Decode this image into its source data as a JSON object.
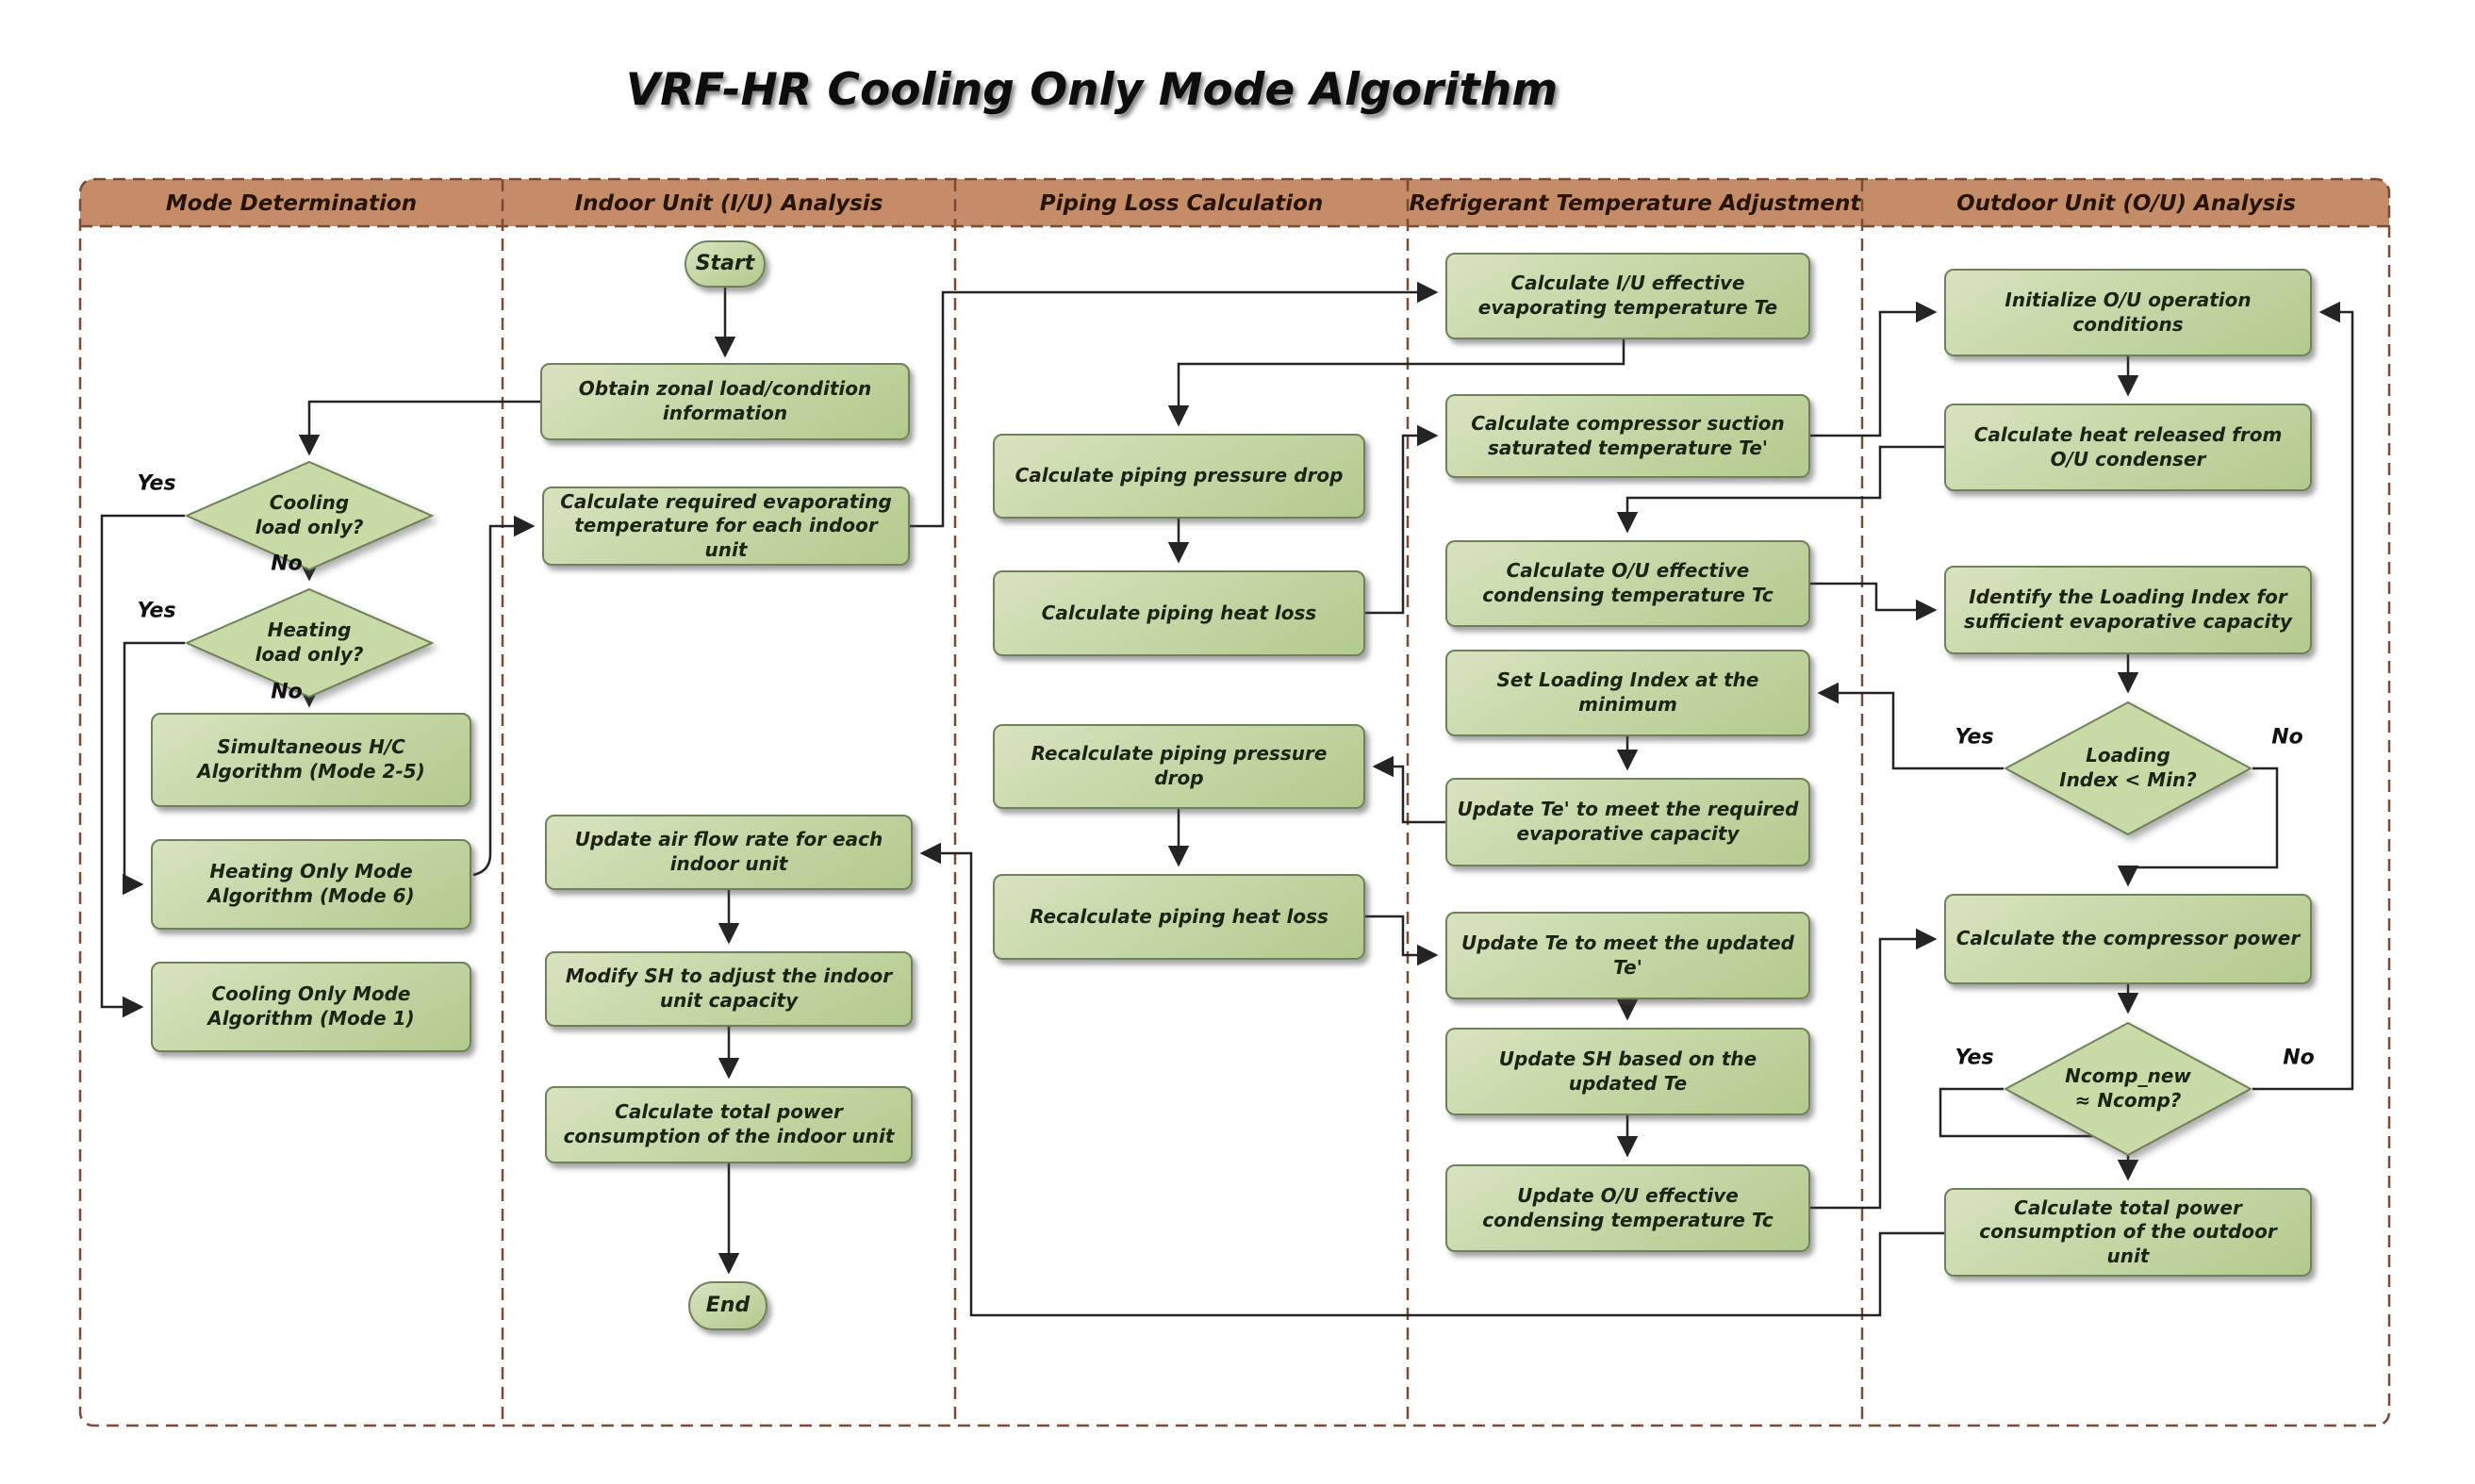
{
  "title": "VRF-HR Cooling Only Mode Algorithm",
  "lanes": [
    {
      "label": "Mode Determination"
    },
    {
      "label": "Indoor Unit (I/U) Analysis"
    },
    {
      "label": "Piping Loss Calculation"
    },
    {
      "label": "Refrigerant Temperature Adjustment"
    },
    {
      "label": "Outdoor Unit (O/U) Analysis"
    }
  ],
  "labels": {
    "yes": "Yes",
    "no": "No"
  },
  "nodes": {
    "start": "Start",
    "end": "End",
    "obtain_info": "Obtain zonal load/condition\ninformation",
    "calc_required_evap": "Calculate required evaporating\ntemperature for each indoor unit",
    "cooling_only_q": "Cooling\nload only?",
    "heating_only_q": "Heating\nload only?",
    "simultaneous_hc": "Simultaneous H/C\nAlgorithm (Mode 2-5)",
    "heating_only_mode": "Heating Only Mode\nAlgorithm (Mode 6)",
    "cooling_only_mode": "Cooling Only Mode\nAlgorithm (Mode 1)",
    "update_airflow": "Update air flow rate for each\nindoor unit",
    "modify_sh": "Modify SH to adjust the indoor\nunit capacity",
    "calc_iu_power": "Calculate total power\nconsumption of the indoor unit",
    "calc_pressure_drop": "Calculate piping pressure drop",
    "calc_heat_loss": "Calculate piping  heat loss",
    "recalc_pressure_drop": "Recalculate piping pressure\ndrop",
    "recalc_heat_loss": "Recalculate piping heat loss",
    "calc_te": "Calculate I/U effective\nevaporating temperature Te",
    "calc_te_prime": "Calculate compressor suction\nsaturated temperature Te'",
    "calc_tc": "Calculate O/U effective\ncondensing temperature Tc",
    "set_loading_index": "Set Loading Index at the\nminimum",
    "update_te_prime": "Update Te' to meet the required\nevaporative capacity",
    "update_te": "Update Te to meet the updated\nTe'",
    "update_sh": "Update SH based on the\nupdated Te",
    "update_tc": "Update O/U effective\ncondensing temperature Tc",
    "init_ou": "Initialize O/U operation\nconditions",
    "calc_heat_released": "Calculate heat released from\nO/U condenser",
    "identify_loading_index": "Identify the Loading Index for\nsufficient evaporative capacity",
    "loading_index_q": "Loading\nIndex < Min?",
    "calc_compressor_power": "Calculate the compressor power",
    "ncomp_q": "Ncomp_new\n≈  Ncomp?",
    "calc_ou_power": "Calculate total power\nconsumption of the outdoor unit"
  },
  "colors": {
    "header_fill": "#c58c68",
    "lane_border": "#7b4a33",
    "node_fill_light": "#d8e3bf",
    "node_fill_dark": "#b3ca8d",
    "diamond_fill": "#c8daa5",
    "node_border": "#70805a",
    "connector": "#242424",
    "text_color": "#1c2416"
  }
}
